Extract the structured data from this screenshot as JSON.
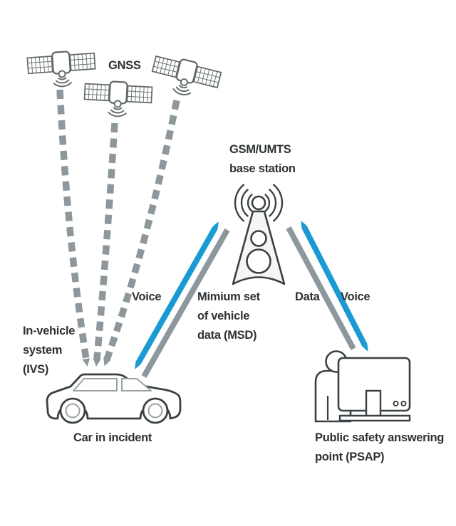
{
  "diagram": {
    "type": "ecall-system-architecture",
    "labels": {
      "gnss": "GNSS",
      "base_station": "GSM/UMTS\nbase station",
      "voice_left": "Voice",
      "msd": "Mimium set\nof vehicle\ndata (MSD)",
      "data_right": "Data",
      "voice_right": "Voice",
      "ivs": "In-vehicle\nsystem\n(IVS)",
      "car": "Car in incident",
      "psap": "Public safety answering\npoint (PSAP)"
    },
    "nodes": [
      {
        "id": "gnss",
        "label": "GNSS",
        "kind": "satellite-constellation",
        "satellite_count": 3
      },
      {
        "id": "car",
        "label": "Car in incident",
        "kind": "vehicle",
        "system": "In-vehicle system (IVS)"
      },
      {
        "id": "base-station",
        "label": "GSM/UMTS base station",
        "kind": "cell-tower"
      },
      {
        "id": "psap",
        "label": "Public safety answering point (PSAP)",
        "kind": "operator-workstation"
      }
    ],
    "links": [
      {
        "from": "gnss",
        "to": "car",
        "style": "dashed",
        "color": "#8e989c",
        "count": 3
      },
      {
        "from": "car",
        "to": "base-station",
        "label": "Voice",
        "color": "#1a9ad3"
      },
      {
        "from": "car",
        "to": "base-station",
        "label": "Mimium set of vehicle data (MSD)",
        "color": "#8e989c"
      },
      {
        "from": "base-station",
        "to": "psap",
        "label": "Data",
        "color": "#8e989c"
      },
      {
        "from": "base-station",
        "to": "psap",
        "label": "Voice",
        "color": "#1a9ad3"
      }
    ],
    "colors": {
      "accent_blue": "#1a9ad3",
      "link_gray": "#8e989c",
      "outline_dark": "#3a4043",
      "outline_light": "#9aa1a4",
      "text": "#2d3134",
      "background": "#ffffff"
    }
  }
}
